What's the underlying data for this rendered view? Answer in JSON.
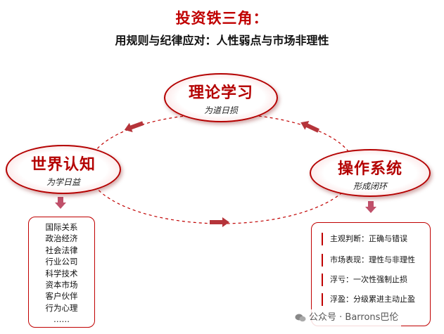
{
  "title": "投资铁三角：",
  "subtitle": "用规则与纪律应对：人性弱点与市场非理性",
  "nodes": {
    "theory": {
      "main": "理论学习",
      "sub": "为道日损"
    },
    "world": {
      "main": "世界认知",
      "sub": "为学日益"
    },
    "ops": {
      "main": "操作系统",
      "sub": "形成闭环"
    }
  },
  "world_items": [
    "国际关系",
    "政治经济",
    "社会法律",
    "行业公司",
    "科学技术",
    "资本市场",
    "客户伙伴",
    "行为心理",
    "……"
  ],
  "ops_items": [
    "主观判断：正确与错误",
    "市场表现：理性与非理性",
    "浮亏：一次性强制止损",
    "浮盈：分级累进主动止盈"
  ],
  "watermark": "公众号 · Barrons巴伦",
  "colors": {
    "accent": "#c00000",
    "arrow": "#b5343a",
    "down_arrow": "#c0506a"
  }
}
